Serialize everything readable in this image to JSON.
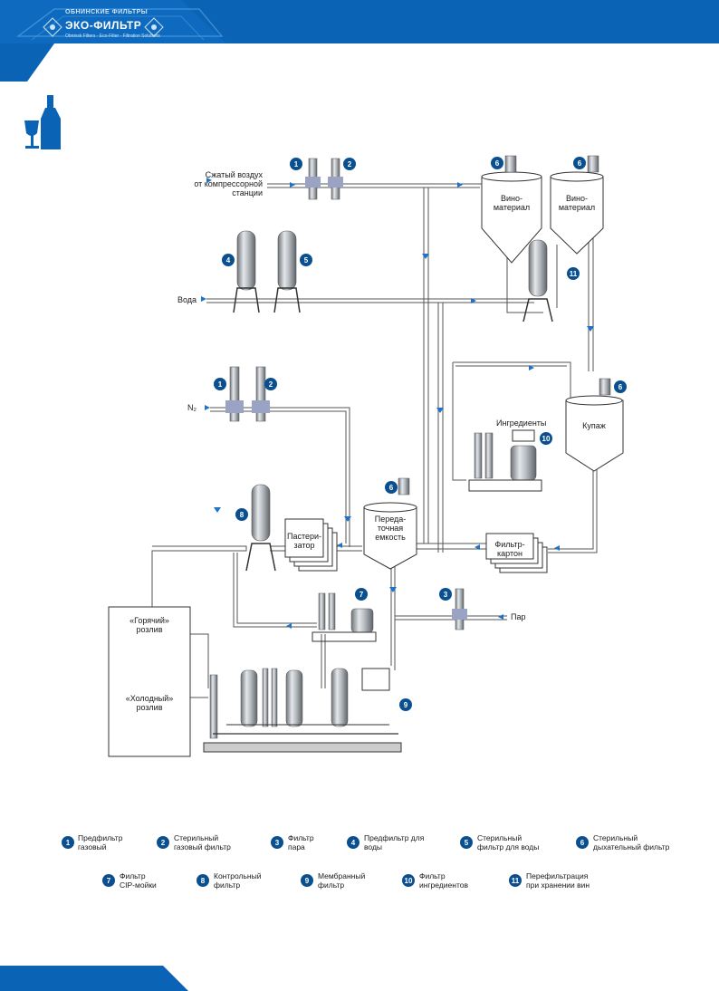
{
  "header": {
    "company_top": "ОБНИНСКИЕ ФИЛЬТРЫ",
    "company_main": "ЭКО-ФИЛЬТР",
    "company_sub": "Obninsk Filters · Eco-Filter · Filtration Solutions",
    "accent_color": "#0a63b4"
  },
  "diagram": {
    "inputs": {
      "air": "Сжатый воздух\nот компрессорной\nстанции",
      "water": "Вода",
      "nitrogen": "N₂",
      "steam": "Пар"
    },
    "tanks": {
      "wine1": "Вино-\nматериал",
      "wine2": "Вино-\nматериал",
      "blend": "Купаж",
      "transfer": "Переда-\nточная\nемкость"
    },
    "units": {
      "ingredients": "Ингредиенты",
      "pasteurizer": "Пастери-\nзатор",
      "carton_filter": "Фильтр-\nкартон",
      "hot_fill": "«Горячий»\nрозлив",
      "cold_fill": "«Холодный»\nрозлив"
    }
  },
  "legend": [
    {
      "num": "1",
      "text": "Предфильтр\nгазовый"
    },
    {
      "num": "2",
      "text": "Стерильный\nгазовый фильтр"
    },
    {
      "num": "3",
      "text": "Фильтр\nпара"
    },
    {
      "num": "4",
      "text": "Предфильтр для\nводы"
    },
    {
      "num": "5",
      "text": "Стерильный\nфильтр для воды"
    },
    {
      "num": "6",
      "text": "Стерильный\nдыхательный фильтр"
    },
    {
      "num": "7",
      "text": "Фильтр\nCIP-мойки"
    },
    {
      "num": "8",
      "text": "Контрольный\nфильтр"
    },
    {
      "num": "9",
      "text": "Мембранный\nфильтр"
    },
    {
      "num": "10",
      "text": "Фильтр\nингредиентов"
    },
    {
      "num": "11",
      "text": "Перефильтрация\nпри хранении вин"
    }
  ]
}
